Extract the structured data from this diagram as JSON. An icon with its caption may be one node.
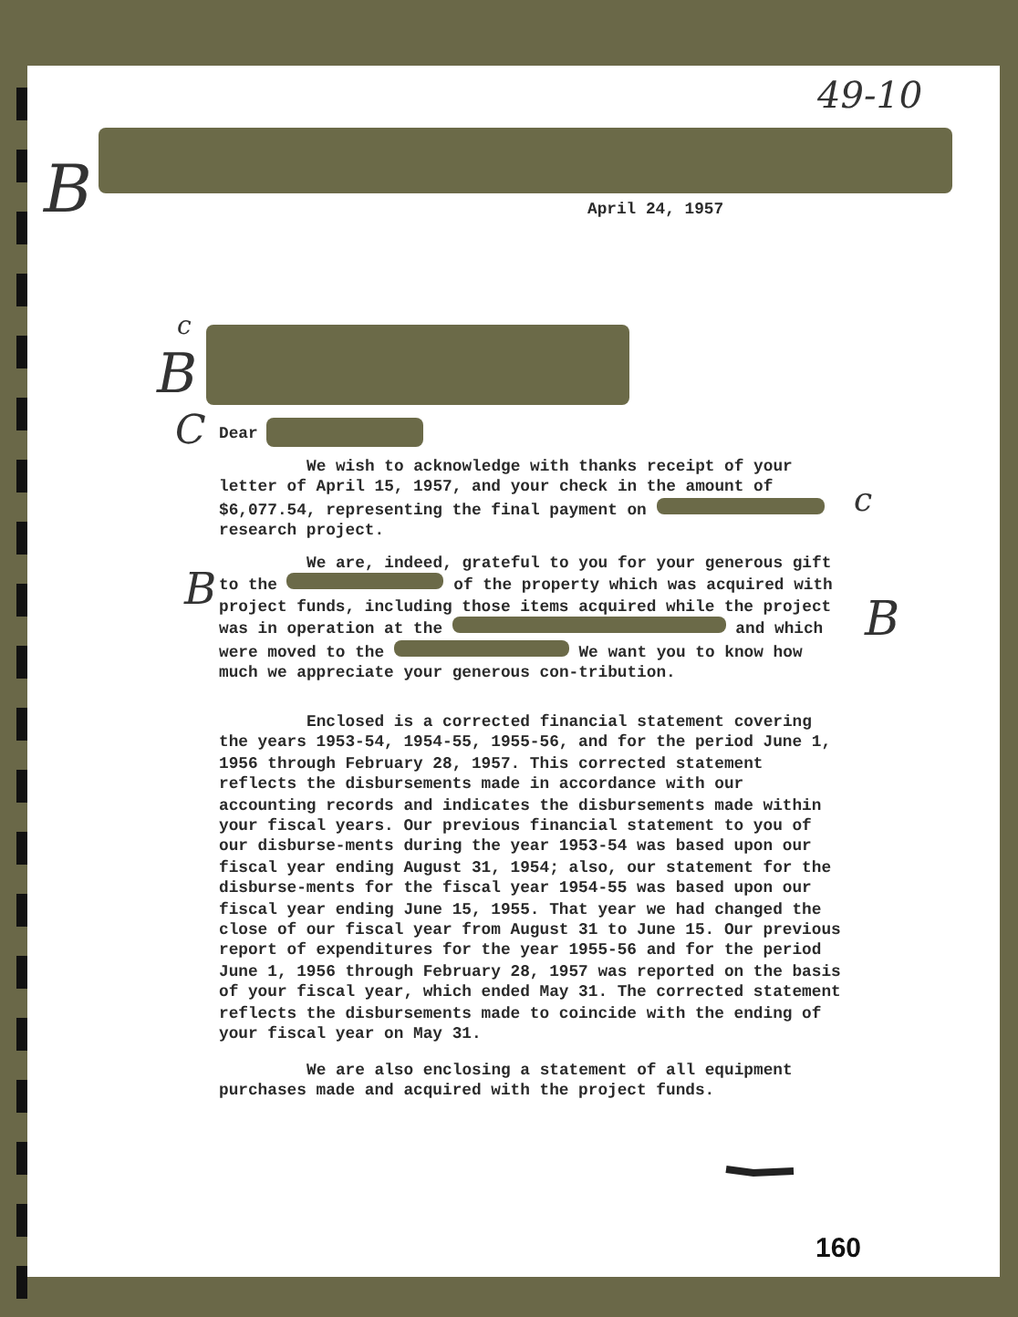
{
  "diagram": {
    "labels": [
      "49-10",
      "B",
      "April 24, 1957",
      "c",
      "B",
      "C",
      "Dear",
      "We wish to acknowledge with thanks receipt of your letter of April 15, 1957, and your check in the amount of $6,077.54, representing the final payment on research project.",
      "c",
      "B",
      "We are, indeed, grateful to you for your generous gift to the of the property which was acquired with project funds, including those items acquired while the project was in operation at the and which were moved to the We want you to know how much we appreciate your generous con-tribution.",
      "B",
      "Enclosed is a corrected financial statement covering the years 1953-54, 1954-55, 1955-56, and for the period June 1, 1956 through February 28, 1957. This corrected statement reflects the disbursements made in accordance with our accounting records and indicates the disbursements made within your fiscal years. Our previous financial statement to you of our disburse-ments during the year 1953-54 was based upon our fiscal year ending August 31, 1954; also, our statement for the disburse-ments for the fiscal year 1954-55 was based upon our fiscal year ending June 15, 1955. That year we had changed the close of our fiscal year from August 31 to June 15. Our previous report of expenditures for the year 1955-56 and for the period June 1, 1956 through February 28, 1957 was reported on the basis of your fiscal year, which ended May 31. The corrected statement reflects the disbursements made to coincide with the ending of your fiscal year on May 31.",
      "We are also enclosing a statement of all equipment purchases made and acquired with the project funds.",
      "160"
    ]
  }
}
